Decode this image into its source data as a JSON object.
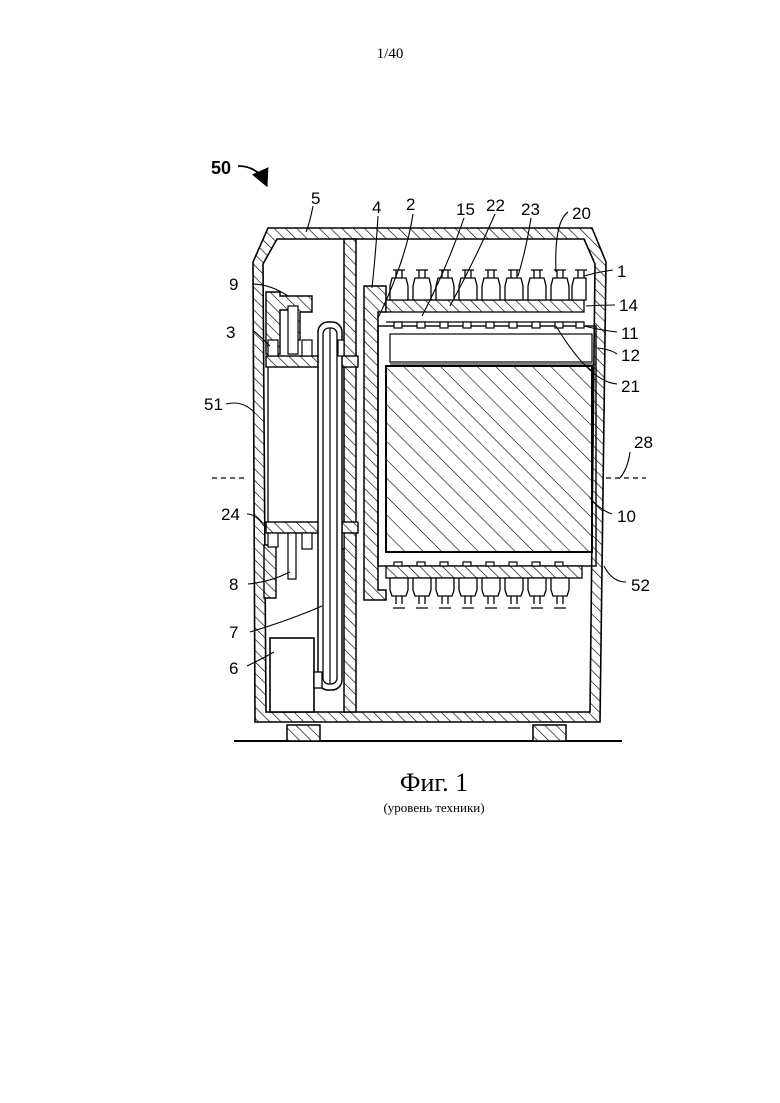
{
  "page": {
    "number": "1/40"
  },
  "figure": {
    "caption": "Фиг. 1",
    "subcaption": "(уровень техники)"
  },
  "labels": {
    "l50": "50",
    "l5": "5",
    "l4": "4",
    "l2": "2",
    "l15": "15",
    "l22": "22",
    "l23": "23",
    "l20": "20",
    "l1": "1",
    "l9": "9",
    "l14": "14",
    "l3": "3",
    "l11": "11",
    "l12": "12",
    "l21": "21",
    "l51": "51",
    "l28": "28",
    "l24": "24",
    "l10": "10",
    "l8": "8",
    "l52": "52",
    "l7": "7",
    "l6": "6"
  }
}
